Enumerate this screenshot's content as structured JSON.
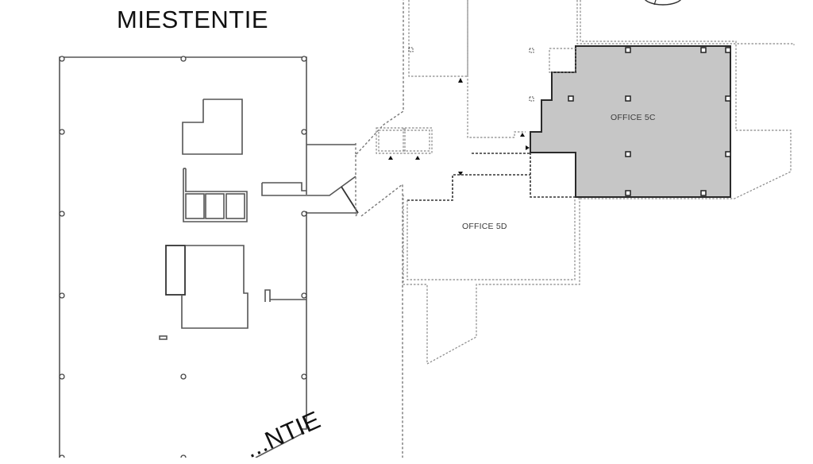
{
  "labels": {
    "street_top": "MIESTENTIE",
    "street_bottom": "...NTIE"
  },
  "rooms": [
    {
      "id": "office-5c",
      "label": "OFFICE 5C",
      "highlighted": true,
      "fill": "#c6c6c6"
    },
    {
      "id": "office-5d",
      "label": "OFFICE 5D",
      "highlighted": false,
      "fill": "#ffffff"
    }
  ],
  "colors": {
    "background": "#ffffff",
    "highlight_fill": "#c6c6c6",
    "wall": "#555555",
    "text": "#111111"
  },
  "symbols": {
    "compass": "north-arrow-compass",
    "entrance_markers": "triangle-arrow",
    "columns": [
      "round-column",
      "square-column"
    ]
  }
}
